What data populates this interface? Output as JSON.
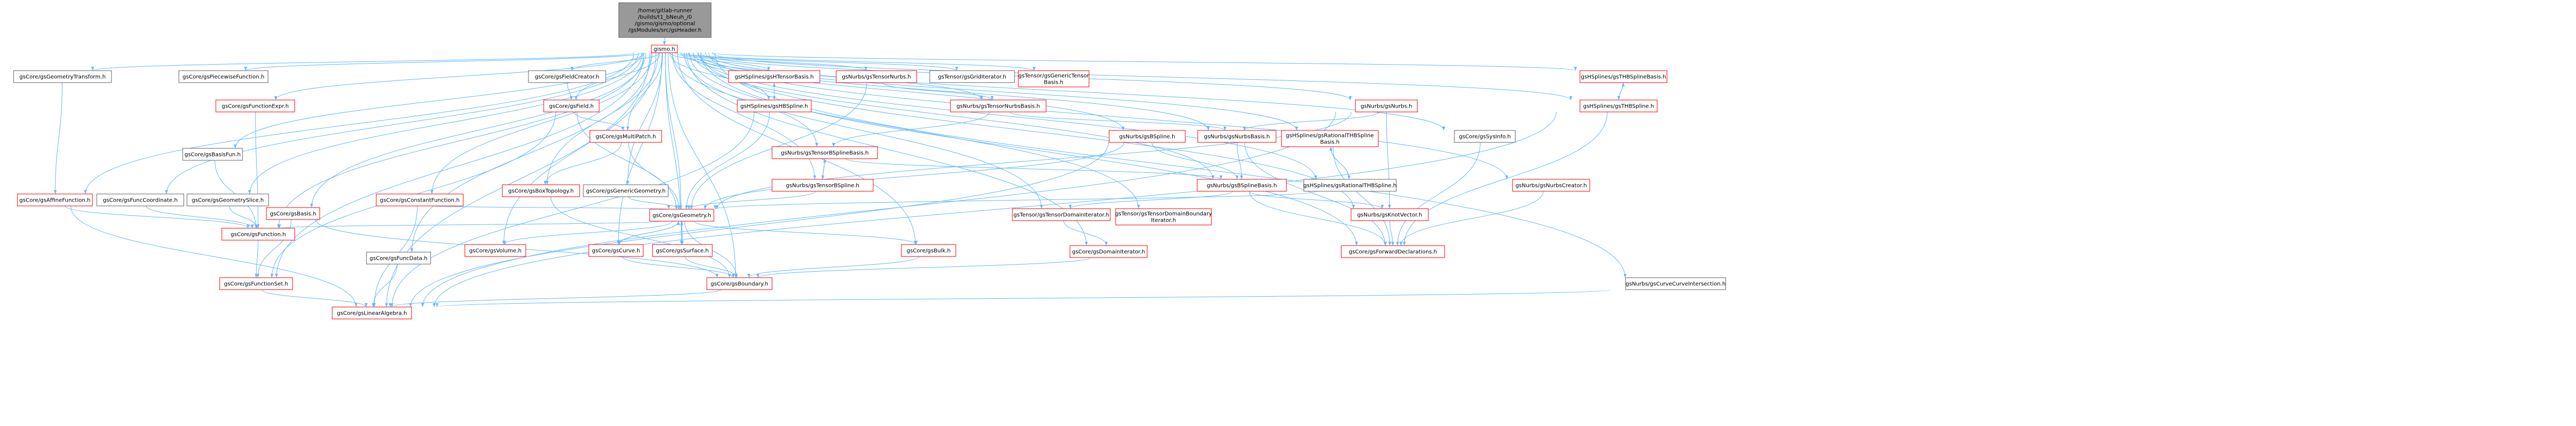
{
  "colors": {
    "root_fill": "#999999",
    "doc_border": "#ff0000",
    "plain_border": "#666666",
    "edge": "#63b8ff",
    "text": "#000000"
  },
  "nodes": [
    {
      "id": "root",
      "label": "/home/gitlab-runner\n/builds/t1_bNeuh_/0\n/gismo/gismo/optional\n/gsModules/src/gsHeader.h"
    },
    {
      "id": "gismo_h",
      "label": "gismo.h"
    },
    {
      "id": "geomTransform",
      "label": "gsCore/gsGeometryTransform.h"
    },
    {
      "id": "piecewise",
      "label": "gsCore/gsPiecewiseFunction.h"
    },
    {
      "id": "funcExpr",
      "label": "gsCore/gsFunctionExpr.h"
    },
    {
      "id": "basisFun",
      "label": "gsCore/gsBasisFun.h"
    },
    {
      "id": "affine",
      "label": "gsCore/gsAffineFunction.h"
    },
    {
      "id": "funcCoord",
      "label": "gsCore/gsFuncCoordinate.h"
    },
    {
      "id": "geomSlice",
      "label": "gsCore/gsGeometrySlice.h"
    },
    {
      "id": "function",
      "label": "gsCore/gsFunction.h"
    },
    {
      "id": "basis",
      "label": "gsCore/gsBasis.h"
    },
    {
      "id": "funcSet",
      "label": "gsCore/gsFunctionSet.h"
    },
    {
      "id": "linAlg",
      "label": "gsCore/gsLinearAlgebra.h"
    },
    {
      "id": "constFunc",
      "label": "gsCore/gsConstantFunction.h"
    },
    {
      "id": "funcData",
      "label": "gsCore/gsFuncData.h"
    },
    {
      "id": "fieldCreator",
      "label": "gsCore/gsFieldCreator.h"
    },
    {
      "id": "field",
      "label": "gsCore/gsField.h"
    },
    {
      "id": "multiPatch",
      "label": "gsCore/gsMultiPatch.h"
    },
    {
      "id": "boxTopo",
      "label": "gsCore/gsBoxTopology.h"
    },
    {
      "id": "genericGeom",
      "label": "gsCore/gsGenericGeometry.h"
    },
    {
      "id": "geometry",
      "label": "gsCore/gsGeometry.h"
    },
    {
      "id": "volume",
      "label": "gsCore/gsVolume.h"
    },
    {
      "id": "curve",
      "label": "gsCore/gsCurve.h"
    },
    {
      "id": "surface",
      "label": "gsCore/gsSurface.h"
    },
    {
      "id": "boundary",
      "label": "gsCore/gsBoundary.h"
    },
    {
      "id": "bulk",
      "label": "gsCore/gsBulk.h"
    },
    {
      "id": "hbsBasis",
      "label": "gsHSplines/gsHTensorBasis.h"
    },
    {
      "id": "hbs",
      "label": "gsHSplines/gsHBSpline.h"
    },
    {
      "id": "tensorNurbs",
      "label": "gsNurbs/gsTensorNurbs.h"
    },
    {
      "id": "tensorNurbsBasis",
      "label": "gsNurbs/gsTensorNurbsBasis.h"
    },
    {
      "id": "tensorBSplineBasis",
      "label": "gsNurbs/gsTensorBSplineBasis.h"
    },
    {
      "id": "tensorBSpline",
      "label": "gsNurbs/gsTensorBSpline.h"
    },
    {
      "id": "gridIter",
      "label": "gsTensor/gsGridIterator.h"
    },
    {
      "id": "genericTensorBasis",
      "label": "gsTensor/gsGenericTensor\nBasis.h"
    },
    {
      "id": "bspline",
      "label": "gsNurbs/gsBSpline.h"
    },
    {
      "id": "nurbsBasis",
      "label": "gsNurbs/gsNurbsBasis.h"
    },
    {
      "id": "bsplineBasis",
      "label": "gsNurbs/gsBSplineBasis.h"
    },
    {
      "id": "nurbs",
      "label": "gsNurbs/gsNurbs.h"
    },
    {
      "id": "rationalTHBBasis",
      "label": "gsHSplines/gsRationalTHBSpline\nBasis.h"
    },
    {
      "id": "rationalTHB",
      "label": "gsHSplines/gsRationalTHBSpline.h"
    },
    {
      "id": "tensorDomIter",
      "label": "gsTensor/gsTensorDomainIterator.h"
    },
    {
      "id": "tensorDomBoundIter",
      "label": "gsTensor/gsTensorDomainBoundary\nIterator.h"
    },
    {
      "id": "domIter",
      "label": "gsCore/gsDomainIterator.h"
    },
    {
      "id": "knotVector",
      "label": "gsNurbs/gsKnotVector.h"
    },
    {
      "id": "fwdDecl",
      "label": "gsCore/gsForwardDeclarations.h"
    },
    {
      "id": "sysInfo",
      "label": "gsCore/gsSysInfo.h"
    },
    {
      "id": "nurbsCreator",
      "label": "gsNurbs/gsNurbsCreator.h"
    },
    {
      "id": "thbBasis",
      "label": "gsHSplines/gsTHBSplineBasis.h"
    },
    {
      "id": "thb",
      "label": "gsHSplines/gsTHBSpline.h"
    },
    {
      "id": "curveIntersect",
      "label": "gsNurbs/gsCurveCurveIntersection.h"
    }
  ],
  "edges": [
    [
      "root",
      "gismo_h"
    ],
    [
      "gismo_h",
      "geomTransform"
    ],
    [
      "gismo_h",
      "piecewise"
    ],
    [
      "gismo_h",
      "funcExpr"
    ],
    [
      "gismo_h",
      "basisFun"
    ],
    [
      "gismo_h",
      "affine"
    ],
    [
      "gismo_h",
      "funcCoord"
    ],
    [
      "gismo_h",
      "geomSlice"
    ],
    [
      "gismo_h",
      "function"
    ],
    [
      "gismo_h",
      "basis"
    ],
    [
      "gismo_h",
      "funcSet"
    ],
    [
      "gismo_h",
      "linAlg"
    ],
    [
      "gismo_h",
      "constFunc"
    ],
    [
      "gismo_h",
      "funcData"
    ],
    [
      "gismo_h",
      "fieldCreator"
    ],
    [
      "gismo_h",
      "field"
    ],
    [
      "gismo_h",
      "multiPatch"
    ],
    [
      "gismo_h",
      "boxTopo"
    ],
    [
      "gismo_h",
      "genericGeom"
    ],
    [
      "gismo_h",
      "geometry"
    ],
    [
      "gismo_h",
      "volume"
    ],
    [
      "gismo_h",
      "curve"
    ],
    [
      "gismo_h",
      "surface"
    ],
    [
      "gismo_h",
      "boundary"
    ],
    [
      "gismo_h",
      "bulk"
    ],
    [
      "gismo_h",
      "hbsBasis"
    ],
    [
      "gismo_h",
      "hbs"
    ],
    [
      "gismo_h",
      "tensorNurbs"
    ],
    [
      "gismo_h",
      "tensorNurbsBasis"
    ],
    [
      "gismo_h",
      "tensorBSplineBasis"
    ],
    [
      "gismo_h",
      "tensorBSpline"
    ],
    [
      "gismo_h",
      "gridIter"
    ],
    [
      "gismo_h",
      "genericTensorBasis"
    ],
    [
      "gismo_h",
      "bspline"
    ],
    [
      "gismo_h",
      "nurbsBasis"
    ],
    [
      "gismo_h",
      "bsplineBasis"
    ],
    [
      "gismo_h",
      "nurbs"
    ],
    [
      "gismo_h",
      "rationalTHBBasis"
    ],
    [
      "gismo_h",
      "rationalTHB"
    ],
    [
      "gismo_h",
      "tensorDomIter"
    ],
    [
      "gismo_h",
      "tensorDomBoundIter"
    ],
    [
      "gismo_h",
      "domIter"
    ],
    [
      "gismo_h",
      "knotVector"
    ],
    [
      "gismo_h",
      "fwdDecl"
    ],
    [
      "gismo_h",
      "sysInfo"
    ],
    [
      "gismo_h",
      "nurbsCreator"
    ],
    [
      "gismo_h",
      "thbBasis"
    ],
    [
      "gismo_h",
      "thb"
    ],
    [
      "gismo_h",
      "curveIntersect"
    ],
    [
      "geomTransform",
      "affine"
    ],
    [
      "funcExpr",
      "function"
    ],
    [
      "basisFun",
      "function"
    ],
    [
      "affine",
      "function"
    ],
    [
      "affine",
      "linAlg"
    ],
    [
      "funcCoord",
      "function"
    ],
    [
      "geomSlice",
      "function"
    ],
    [
      "function",
      "funcSet"
    ],
    [
      "basis",
      "funcSet"
    ],
    [
      "basis",
      "boundary"
    ],
    [
      "funcSet",
      "linAlg"
    ],
    [
      "constFunc",
      "geometry"
    ],
    [
      "constFunc",
      "linAlg"
    ],
    [
      "funcData",
      "linAlg"
    ],
    [
      "fieldCreator",
      "field"
    ],
    [
      "field",
      "multiPatch"
    ],
    [
      "field",
      "geometry"
    ],
    [
      "field",
      "funcSet"
    ],
    [
      "multiPatch",
      "boxTopo"
    ],
    [
      "multiPatch",
      "geometry"
    ],
    [
      "boxTopo",
      "boundary"
    ],
    [
      "genericGeom",
      "geometry"
    ],
    [
      "geometry",
      "function"
    ],
    [
      "geometry",
      "volume"
    ],
    [
      "geometry",
      "curve"
    ],
    [
      "geometry",
      "surface"
    ],
    [
      "geometry",
      "bulk"
    ],
    [
      "geometry",
      "boundary"
    ],
    [
      "curve",
      "geometry"
    ],
    [
      "surface",
      "geometry"
    ],
    [
      "curve",
      "boundary"
    ],
    [
      "surface",
      "boundary"
    ],
    [
      "bulk",
      "boundary"
    ],
    [
      "boundary",
      "linAlg"
    ],
    [
      "hbsBasis",
      "hbs"
    ],
    [
      "hbs",
      "hbsBasis"
    ],
    [
      "hbs",
      "geometry"
    ],
    [
      "hbs",
      "linAlg"
    ],
    [
      "tensorNurbs",
      "tensorNurbsBasis"
    ],
    [
      "tensorNurbs",
      "geometry"
    ],
    [
      "tensorNurbsBasis",
      "nurbsBasis"
    ],
    [
      "tensorNurbsBasis",
      "tensorBSplineBasis"
    ],
    [
      "tensorBSplineBasis",
      "tensorBSpline"
    ],
    [
      "tensorBSpline",
      "tensorBSplineBasis"
    ],
    [
      "tensorBSplineBasis",
      "bsplineBasis"
    ],
    [
      "tensorBSpline",
      "geometry"
    ],
    [
      "bspline",
      "bsplineBasis"
    ],
    [
      "bspline",
      "geometry"
    ],
    [
      "bspline",
      "linAlg"
    ],
    [
      "nurbsBasis",
      "bsplineBasis"
    ],
    [
      "nurbsBasis",
      "fwdDecl"
    ],
    [
      "bsplineBasis",
      "knotVector"
    ],
    [
      "bsplineBasis",
      "fwdDecl"
    ],
    [
      "bsplineBasis",
      "tensorDomIter"
    ],
    [
      "nurbs",
      "nurbsBasis"
    ],
    [
      "nurbs",
      "geometry"
    ],
    [
      "nurbs",
      "knotVector"
    ],
    [
      "nurbs",
      "linAlg"
    ],
    [
      "rationalTHBBasis",
      "rationalTHB"
    ],
    [
      "rationalTHB",
      "rationalTHBBasis"
    ],
    [
      "rationalTHB",
      "geometry"
    ],
    [
      "rationalTHBBasis",
      "fwdDecl"
    ],
    [
      "tensorDomIter",
      "domIter"
    ],
    [
      "domIter",
      "boundary"
    ],
    [
      "knotVector",
      "fwdDecl"
    ],
    [
      "sysInfo",
      "fwdDecl"
    ],
    [
      "nurbsCreator",
      "fwdDecl"
    ],
    [
      "thbBasis",
      "thb"
    ],
    [
      "thb",
      "thbBasis"
    ],
    [
      "thb",
      "fwdDecl"
    ],
    [
      "thb",
      "linAlg"
    ],
    [
      "curveIntersect",
      "linAlg"
    ]
  ]
}
